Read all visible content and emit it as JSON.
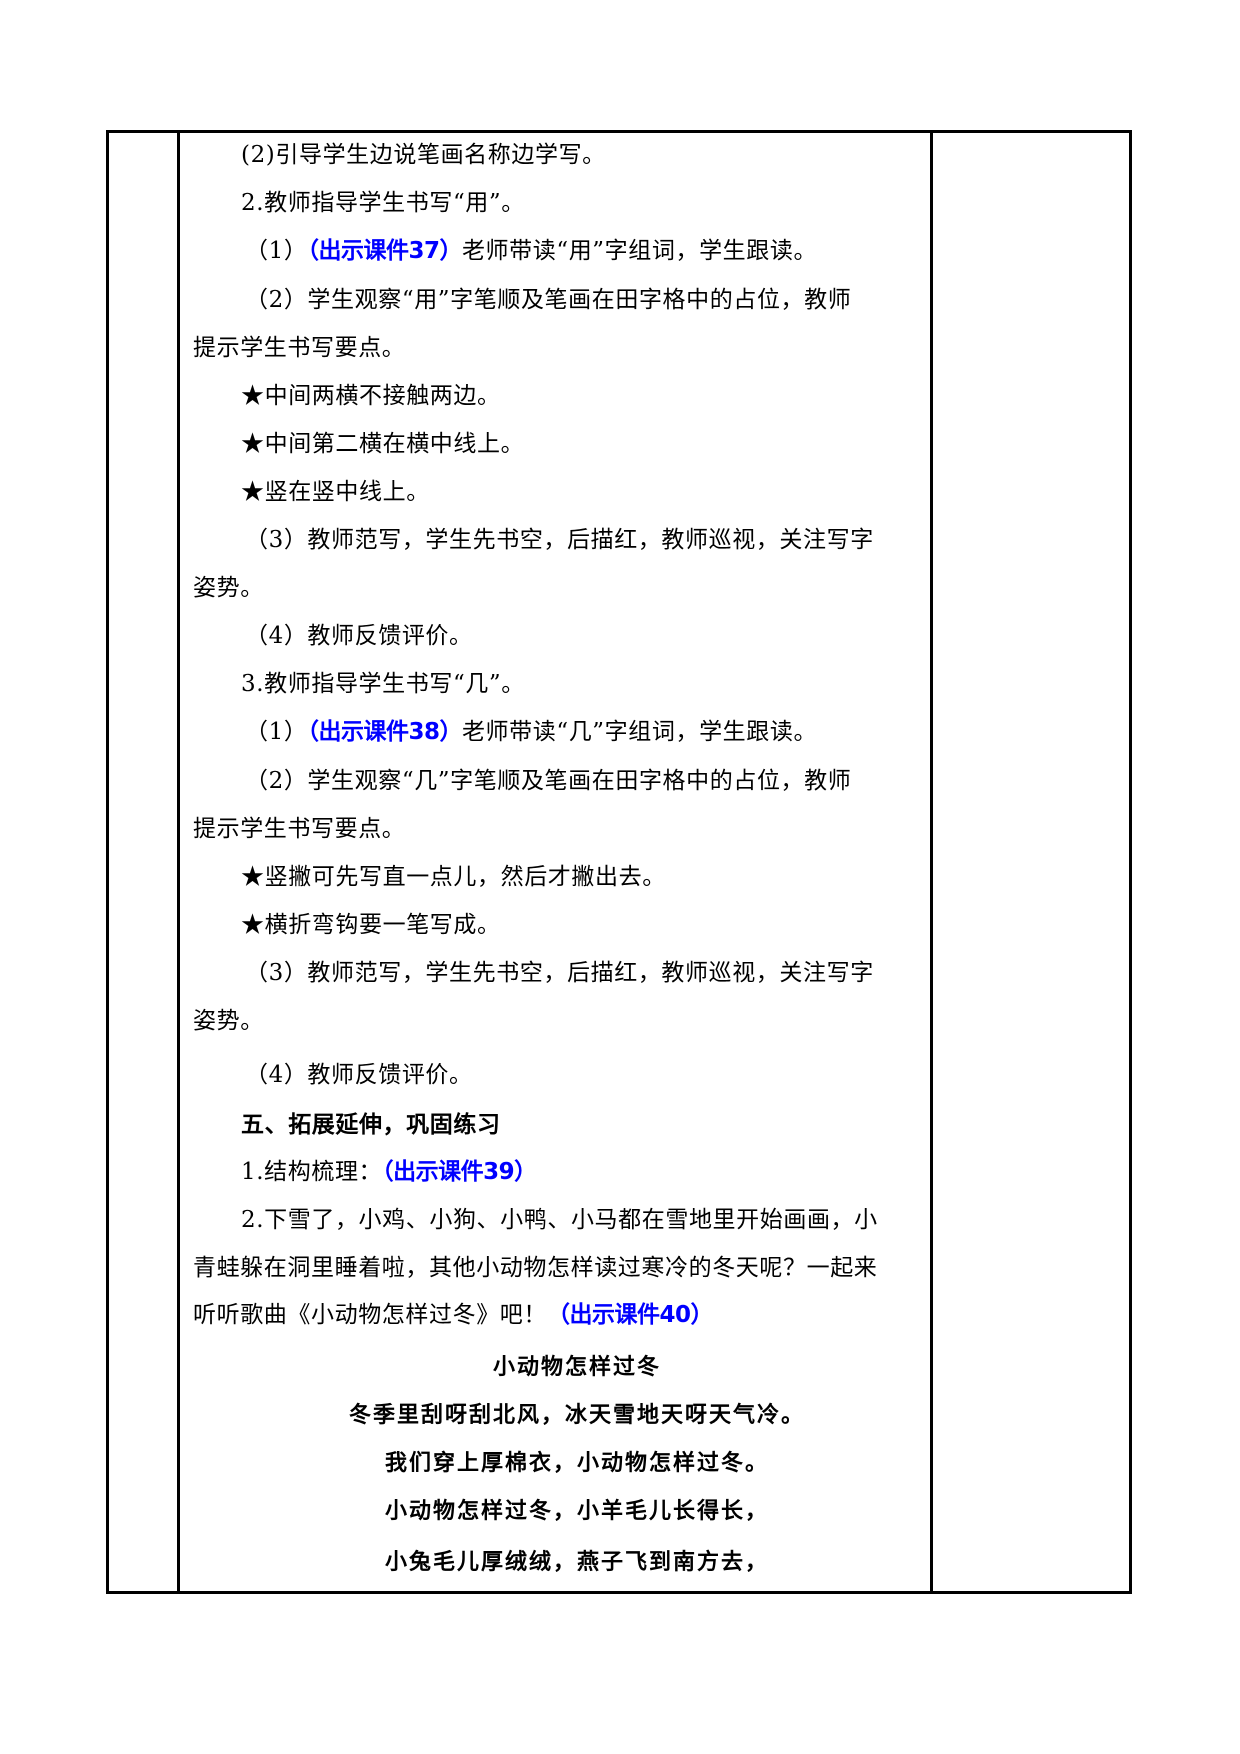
{
  "document": {
    "table": {
      "left_cell": "",
      "right_cell": "",
      "lines": [
        {
          "text": "(2)引导学生边说笔画名称边学写。"
        },
        {
          "text": "2.教师指导学生书写“用”。"
        },
        {
          "prefix": "（1）",
          "highlight": "（出示课件37）",
          "text": "老师带读“用”字组词，学生跟读。"
        },
        {
          "text": "（2）学生观察“用”字笔顺及笔画在田字格中的占位，教师"
        },
        {
          "text": "提示学生书写要点。"
        },
        {
          "text": "★中间两横不接触两边。"
        },
        {
          "text": "★中间第二横在横中线上。"
        },
        {
          "text": "★竖在竖中线上。"
        },
        {
          "text": "（3）教师范写，学生先书空，后描红，教师巡视，关注写字"
        },
        {
          "text": "姿势。"
        },
        {
          "text": "（4）教师反馈评价。"
        },
        {
          "text": "3.教师指导学生书写“几”。"
        },
        {
          "prefix": "（1）",
          "highlight": "（出示课件38）",
          "text": "老师带读“几”字组词，学生跟读。"
        },
        {
          "text": "（2）学生观察“几”字笔顺及笔画在田字格中的占位，教师"
        },
        {
          "text": "提示学生书写要点。"
        },
        {
          "text": "★竖撇可先写直一点儿，然后才撇出去。"
        },
        {
          "text": "★横折弯钩要一笔写成。"
        },
        {
          "text": "（3）教师范写，学生先书空，后描红，教师巡视，关注写字"
        },
        {
          "text": "姿势。"
        },
        {
          "text": "（4）教师反馈评价。"
        },
        {
          "text": "五、拓展延伸，巩固练习"
        },
        {
          "text": "1.结构梳理：",
          "highlight": "（出示课件39）"
        },
        {
          "text": "2.下雪了，小鸡、小狗、小鸭、小马都在雪地里开始画画，小"
        },
        {
          "text": "青蛙躲在洞里睡着啦，其他小动物怎样读过寒冷的冬天呢？一起来"
        },
        {
          "text": "听听歌曲《小动物怎样过冬》吧！",
          "highlight": "（出示课件40）"
        }
      ],
      "poem": {
        "title": "小动物怎样过冬",
        "lines": [
          "冬季里刮呀刮北风，冰天雪地天呀天气冷。",
          "我们穿上厚棉衣，小动物怎样过冬。",
          "小动物怎样过冬，小羊毛儿长得长，",
          "小兔毛儿厚绒绒，燕子飞到南方去，"
        ]
      }
    },
    "colors": {
      "highlight": "#0000ff",
      "text": "#000000",
      "border": "#000000"
    }
  }
}
